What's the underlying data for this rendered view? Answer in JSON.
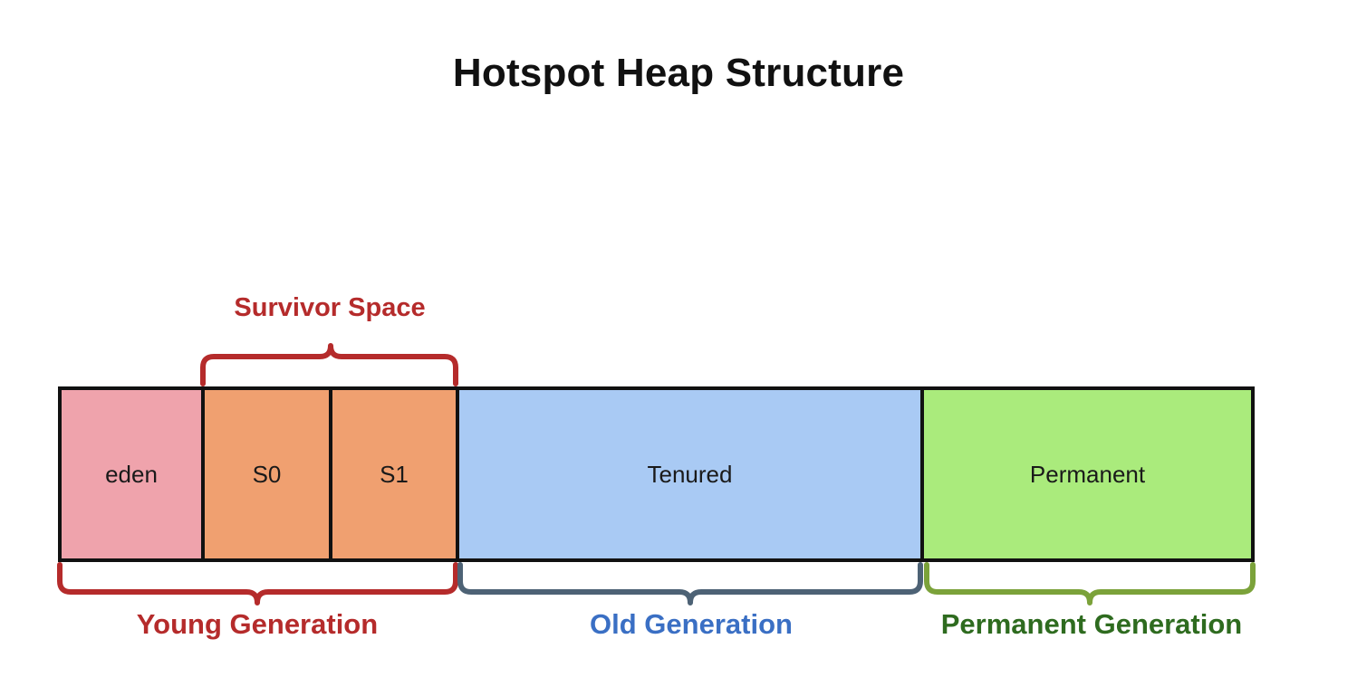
{
  "page": {
    "title": "Hotspot Heap Structure",
    "background_color": "#ffffff"
  },
  "heap": {
    "segments": [
      {
        "id": "eden",
        "label": "eden",
        "color": "#efa3ac"
      },
      {
        "id": "s0",
        "label": "S0",
        "color": "#f0a070"
      },
      {
        "id": "s1",
        "label": "S1",
        "color": "#f0a070"
      },
      {
        "id": "tenured",
        "label": "Tenured",
        "color": "#a9caf4"
      },
      {
        "id": "permanent",
        "label": "Permanent",
        "color": "#aaeb7c"
      }
    ],
    "border_color": "#111111"
  },
  "braces": {
    "survivor": {
      "label": "Survivor Space",
      "color": "#b52b2b",
      "position": "above",
      "spans": [
        "s0",
        "s1"
      ]
    },
    "young": {
      "label": "Young Generation",
      "color": "#b52b2b",
      "brace_color": "#b52b2b",
      "position": "below",
      "spans": [
        "eden",
        "s0",
        "s1"
      ]
    },
    "old": {
      "label": "Old Generation",
      "color": "#3a6fc4",
      "brace_color": "#4d6275",
      "position": "below",
      "spans": [
        "tenured"
      ]
    },
    "permanent": {
      "label": "Permanent Generation",
      "color": "#2e6b1f",
      "brace_color": "#7ba23a",
      "position": "below",
      "spans": [
        "permanent"
      ]
    }
  }
}
